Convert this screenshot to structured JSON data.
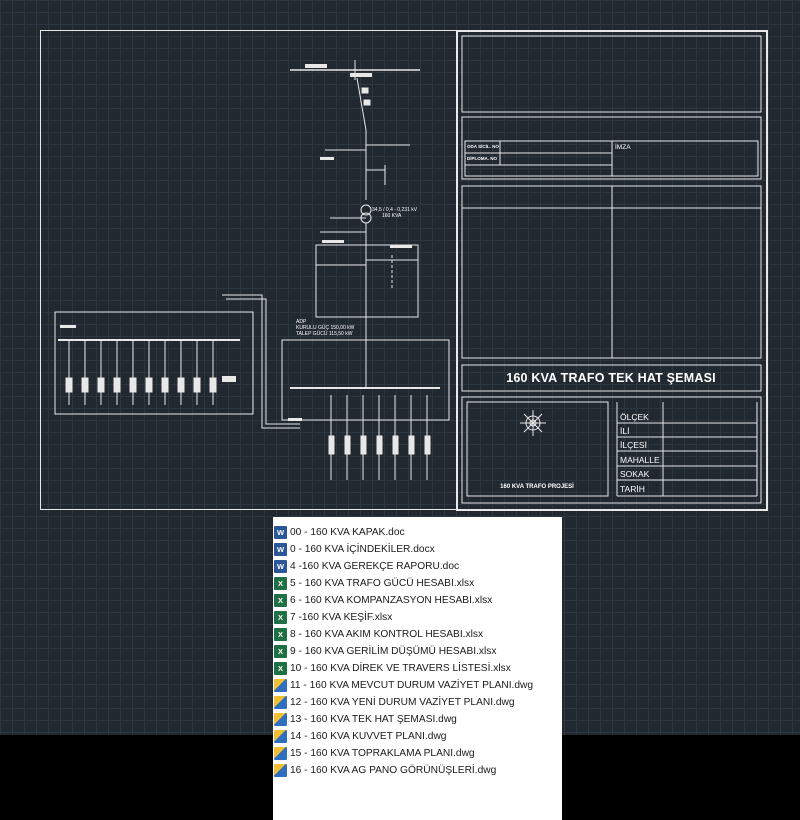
{
  "titleblock": {
    "title": "160 KVA TRAFO TEK HAT ŞEMASI",
    "imza": "İMZA",
    "oda_sicil": "ODA SİCİL. NO",
    "diploma": "DİPLOMA. NO",
    "fields": [
      "ÖLÇEK",
      "İLİ",
      "İLÇESİ",
      "MAHALLE",
      "SOKAK",
      "TARİH"
    ],
    "project_name": "160 KVA TRAFO PROJESİ"
  },
  "drawing": {
    "transformer_label": "34,5 / 0,4 - 0,231 kV",
    "transformer_rating": "160 KVA",
    "adp": "ADP",
    "kurulu_guc": "KURULU GÜÇ     150,00 kW",
    "talep_gucu": "TALEP GÜCÜ     115,50 kW"
  },
  "files": [
    {
      "type": "word",
      "icon": "word-doc-icon",
      "name": "00 -  160 KVA KAPAK.doc"
    },
    {
      "type": "word",
      "icon": "word-doc-icon",
      "name": "0 - 160 KVA İÇİNDEKİLER.docx"
    },
    {
      "type": "word",
      "icon": "word-doc-icon",
      "name": "4 -160 KVA GEREKÇE RAPORU.doc"
    },
    {
      "type": "excel",
      "icon": "excel-sheet-icon",
      "name": "5 - 160 KVA TRAFO GÜCÜ HESABI.xlsx"
    },
    {
      "type": "excel",
      "icon": "excel-sheet-icon",
      "name": "6 -  160 KVA KOMPANZASYON HESABI.xlsx"
    },
    {
      "type": "excel",
      "icon": "excel-sheet-icon",
      "name": "7 -160 KVA KEŞİF.xlsx"
    },
    {
      "type": "excel",
      "icon": "excel-sheet-icon",
      "name": "8 -  160 KVA AKIM KONTROL HESABI.xlsx"
    },
    {
      "type": "excel",
      "icon": "excel-sheet-icon",
      "name": "9 - 160 KVA GERİLİM DÜŞÜMÜ HESABI.xlsx"
    },
    {
      "type": "excel",
      "icon": "excel-sheet-icon",
      "name": "10 -  160 KVA DİREK VE TRAVERS LİSTESİ.xlsx"
    },
    {
      "type": "dwg",
      "icon": "dwg-file-icon",
      "name": "11 -  160 KVA MEVCUT DURUM VAZİYET PLANI.dwg"
    },
    {
      "type": "dwg",
      "icon": "dwg-file-icon",
      "name": "12 -  160 KVA YENİ DURUM VAZİYET PLANI.dwg"
    },
    {
      "type": "dwg",
      "icon": "dwg-file-icon",
      "name": "13 -  160 KVA TEK HAT ŞEMASI.dwg"
    },
    {
      "type": "dwg",
      "icon": "dwg-file-icon",
      "name": "14 - 160 KVA KUVVET PLANI.dwg"
    },
    {
      "type": "dwg",
      "icon": "dwg-file-icon",
      "name": "15 - 160 KVA TOPRAKLAMA PLANI.dwg"
    },
    {
      "type": "dwg",
      "icon": "dwg-file-icon",
      "name": "16 - 160 KVA AG PANO GÖRÜNÜŞLERİ.dwg"
    }
  ]
}
